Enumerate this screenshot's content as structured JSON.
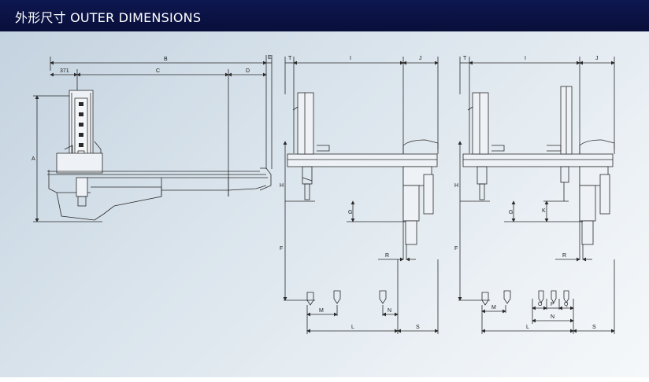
{
  "header": {
    "title": "外形尺寸 OUTER DIMENSIONS"
  },
  "colors": {
    "header_bg": "#0b1448",
    "line": "#2a2a2a",
    "panel": "#d6e1ea"
  },
  "drawings": {
    "side_view": {
      "labels": {
        "B": "B",
        "E": "E",
        "d371": "371",
        "C": "C",
        "D": "D",
        "A": "A"
      }
    },
    "front_view_single": {
      "labels": {
        "T": "T",
        "I": "I",
        "J": "J",
        "H": "H",
        "G": "G",
        "F": "F",
        "R": "R",
        "M": "M",
        "N": "N",
        "L": "L",
        "S": "S"
      }
    },
    "front_view_double": {
      "labels": {
        "T": "T",
        "I": "I",
        "J": "J",
        "H": "H",
        "G": "G",
        "K": "K",
        "F": "F",
        "R": "R",
        "M": "M",
        "O": "O",
        "P": "P",
        "Q": "Q",
        "N": "N",
        "L": "L",
        "S": "S"
      }
    }
  }
}
